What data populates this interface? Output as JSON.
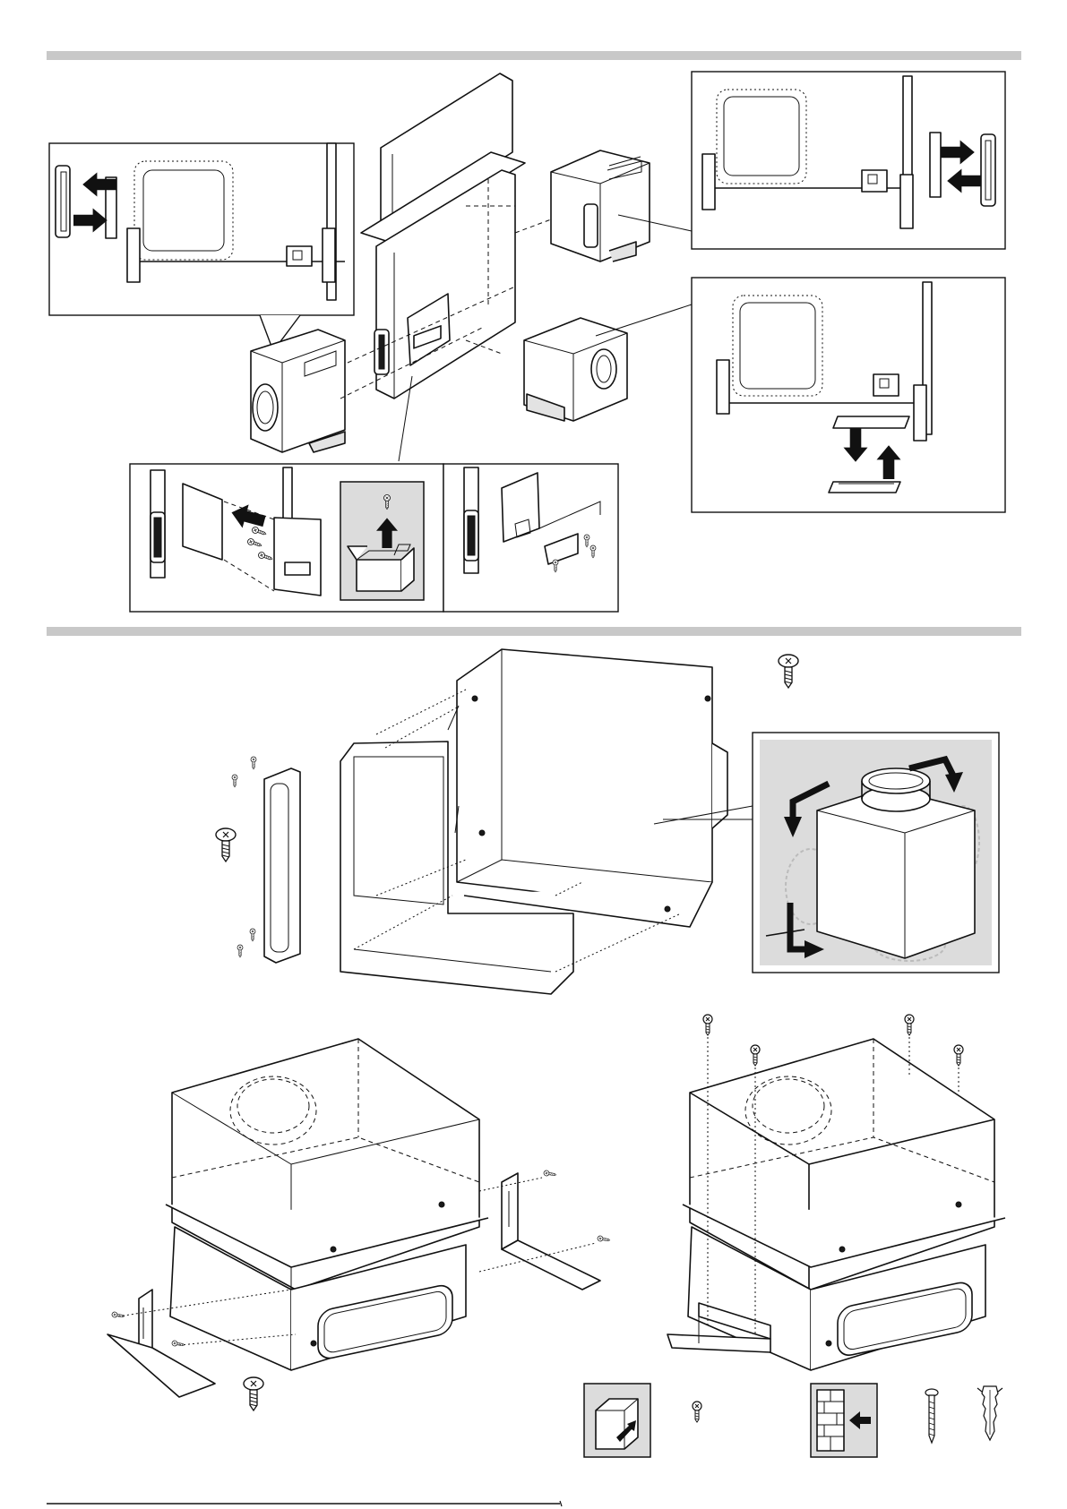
{
  "page": {
    "background": "#ffffff",
    "rule_color": "#c8c8c8",
    "accent_box_color": "#dcdcdc"
  },
  "sections": [
    {
      "id": "top",
      "figures": [
        "main-hood-exploded",
        "detail-left-handle-swap",
        "detail-right-top-handle-swap",
        "detail-right-bottom-inlet-swap",
        "detail-bottom-left-cover-mount",
        "detail-bottom-right-cover-plate"
      ]
    },
    {
      "id": "bottom",
      "figures": [
        "module-frame-exploded",
        "module-rotation-detail",
        "module-feet-exploded",
        "module-feet-mounted"
      ]
    }
  ],
  "icons": [
    "screw-icon",
    "handle-icon",
    "box-with-arrow-icon",
    "arrow-icon",
    "wall-mount-icon",
    "wood-screw-icon",
    "wall-plug-icon",
    "cabinet-install-icon"
  ]
}
